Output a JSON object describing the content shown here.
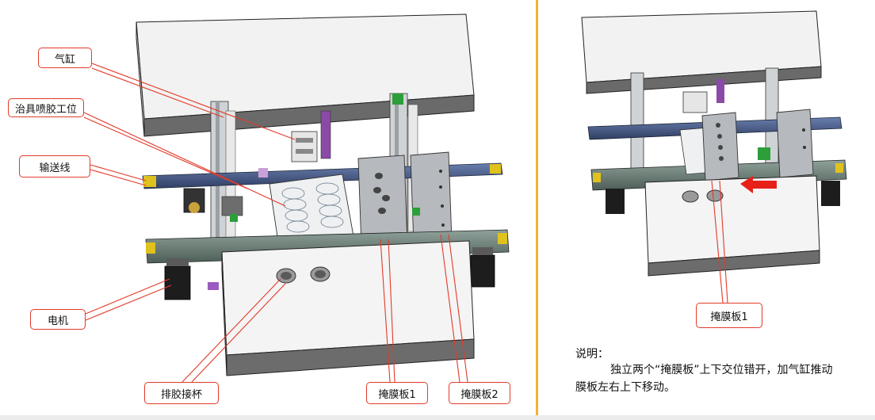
{
  "labels": {
    "cylinder": "气缸",
    "fixture_station": "治具喷胶工位",
    "conveyor": "输送线",
    "motor": "电机",
    "glue_cup": "排胶接杯",
    "mask_plate_1": "掩膜板1",
    "mask_plate_2": "掩膜板2",
    "right_mask_plate_1": "掩膜板1"
  },
  "note": {
    "title": "说明：",
    "text": "独立两个“掩膜板”上下交位错开，加气缸推动膜板左右上下移动。"
  },
  "colors": {
    "callout_border": "#e23a2a",
    "leader_line": "#e23a2a",
    "divider": "#f3b32e",
    "arrow": "#e8201a"
  }
}
